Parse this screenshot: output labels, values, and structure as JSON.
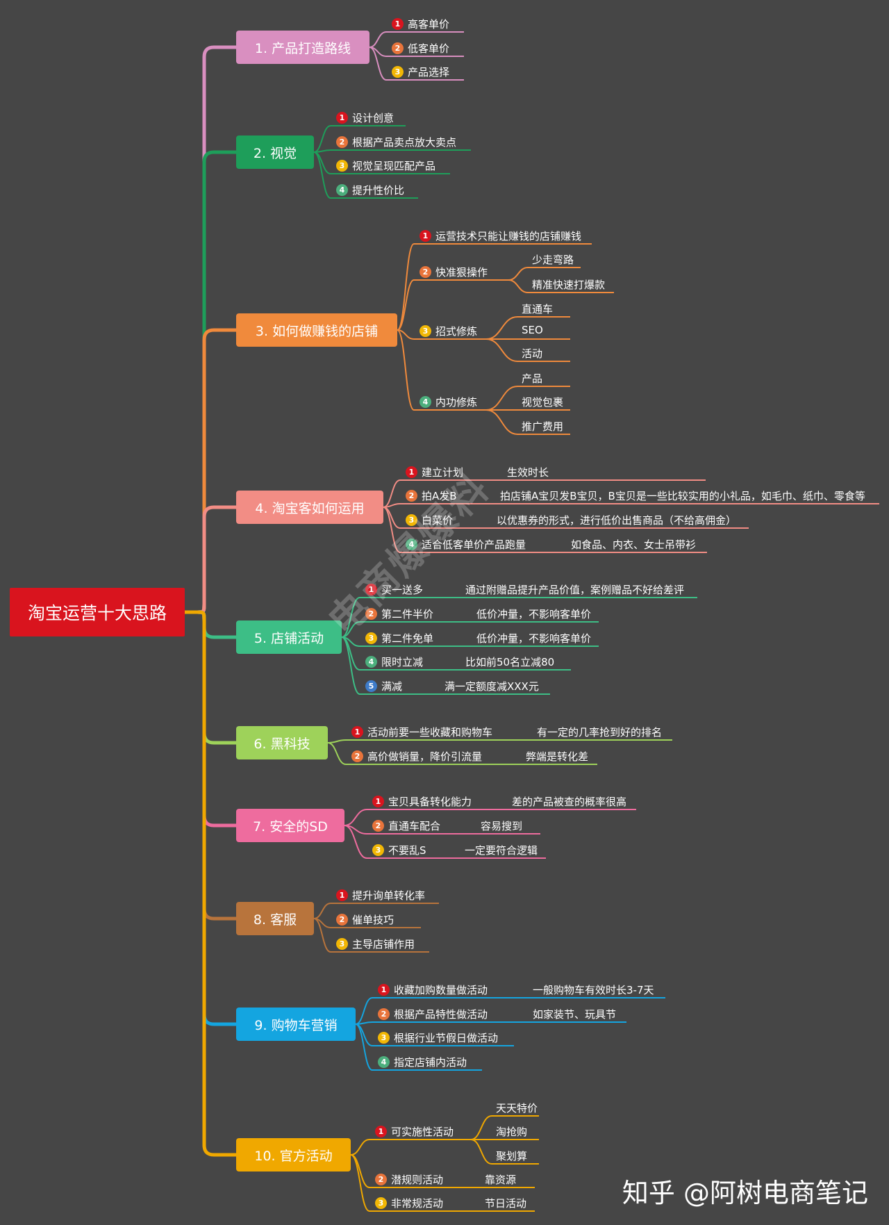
{
  "root": {
    "label": "淘宝运营十大思路",
    "color": "#D9141E"
  },
  "badge_colors": [
    "#D9141E",
    "#E8743B",
    "#F2B705",
    "#4CAF7D",
    "#3E7CC9"
  ],
  "branches": [
    {
      "label": "1. 产品打造路线",
      "color": "#D98FC0",
      "items": [
        {
          "num": "1",
          "text": "高客单价"
        },
        {
          "num": "2",
          "text": "低客单价"
        },
        {
          "num": "3",
          "text": "产品选择"
        }
      ]
    },
    {
      "label": "2. 视觉",
      "color": "#1E9E5A",
      "items": [
        {
          "num": "1",
          "text": "设计创意"
        },
        {
          "num": "2",
          "text": "根据产品卖点放大卖点"
        },
        {
          "num": "3",
          "text": "视觉呈现匹配产品"
        },
        {
          "num": "4",
          "text": "提升性价比"
        }
      ]
    },
    {
      "label": "3. 如何做赚钱的店铺",
      "color": "#F08A3C",
      "items": [
        {
          "num": "1",
          "text": "运营技术只能让赚钱的店铺赚钱"
        },
        {
          "num": "2",
          "text": "快准狠操作",
          "children": [
            "少走弯路",
            "精准快速打爆款"
          ]
        },
        {
          "num": "3",
          "text": "招式修炼",
          "children": [
            "直通车",
            "SEO",
            "活动"
          ]
        },
        {
          "num": "4",
          "text": "内功修炼",
          "children": [
            "产品",
            "视觉包裹",
            "推广费用"
          ]
        }
      ]
    },
    {
      "label": "4. 淘宝客如何运用",
      "color": "#F28D85",
      "items": [
        {
          "num": "1",
          "text": "建立计划",
          "note": "生效时长"
        },
        {
          "num": "2",
          "text": "拍A发B",
          "note": "拍店铺A宝贝发B宝贝，B宝贝是一些比较实用的小礼品，如毛巾、纸巾、零食等"
        },
        {
          "num": "3",
          "text": "白菜价",
          "note": "以优惠券的形式，进行低价出售商品（不给高佣金）"
        },
        {
          "num": "4",
          "text": "适合低客单价产品跑量",
          "note": "如食品、内衣、女士吊带衫"
        }
      ]
    },
    {
      "label": "5. 店铺活动",
      "color": "#3DBE86",
      "items": [
        {
          "num": "1",
          "text": "买一送多",
          "note": "通过附赠品提升产品价值，案例赠品不好给差评"
        },
        {
          "num": "2",
          "text": "第二件半价",
          "note": "低价冲量，不影响客单价"
        },
        {
          "num": "3",
          "text": "第二件免单",
          "note": "低价冲量，不影响客单价"
        },
        {
          "num": "4",
          "text": "限时立减",
          "note": "比如前50名立减80"
        },
        {
          "num": "5",
          "text": "满减",
          "note": "满一定额度减XXX元"
        }
      ]
    },
    {
      "label": "6. 黑科技",
      "color": "#9ED25A",
      "items": [
        {
          "num": "1",
          "text": "活动前要一些收藏和购物车",
          "note": "有一定的几率抢到好的排名"
        },
        {
          "num": "2",
          "text": "高价做销量，降价引流量",
          "note": "弊端是转化差"
        }
      ]
    },
    {
      "label": "7. 安全的SD",
      "color": "#EE6C9E",
      "items": [
        {
          "num": "1",
          "text": "宝贝具备转化能力",
          "note": "差的产品被查的概率很高"
        },
        {
          "num": "2",
          "text": "直通车配合",
          "note": "容易搜到"
        },
        {
          "num": "3",
          "text": "不要乱S",
          "note": "一定要符合逻辑"
        }
      ]
    },
    {
      "label": "8. 客服",
      "color": "#B8743C",
      "items": [
        {
          "num": "1",
          "text": "提升询单转化率"
        },
        {
          "num": "2",
          "text": "催单技巧"
        },
        {
          "num": "3",
          "text": "主导店铺作用"
        }
      ]
    },
    {
      "label": "9. 购物车营销",
      "color": "#14A5E0",
      "items": [
        {
          "num": "1",
          "text": "收藏加购数量做活动",
          "note": "一般购物车有效时长3-7天"
        },
        {
          "num": "2",
          "text": "根据产品特性做活动",
          "note": "如家装节、玩具节"
        },
        {
          "num": "3",
          "text": "根据行业节假日做活动"
        },
        {
          "num": "4",
          "text": "指定店铺内活动"
        }
      ]
    },
    {
      "label": "10. 官方活动",
      "color": "#F0A800",
      "items": [
        {
          "num": "1",
          "text": "可实施性活动",
          "children": [
            "天天特价",
            "淘抢购",
            "聚划算"
          ]
        },
        {
          "num": "2",
          "text": "潜规则活动",
          "note": "靠资源"
        },
        {
          "num": "3",
          "text": "非常规活动",
          "note": "节日活动"
        }
      ]
    }
  ],
  "watermark": "电商爆爆料",
  "credit": "知乎 @阿树电商笔记"
}
